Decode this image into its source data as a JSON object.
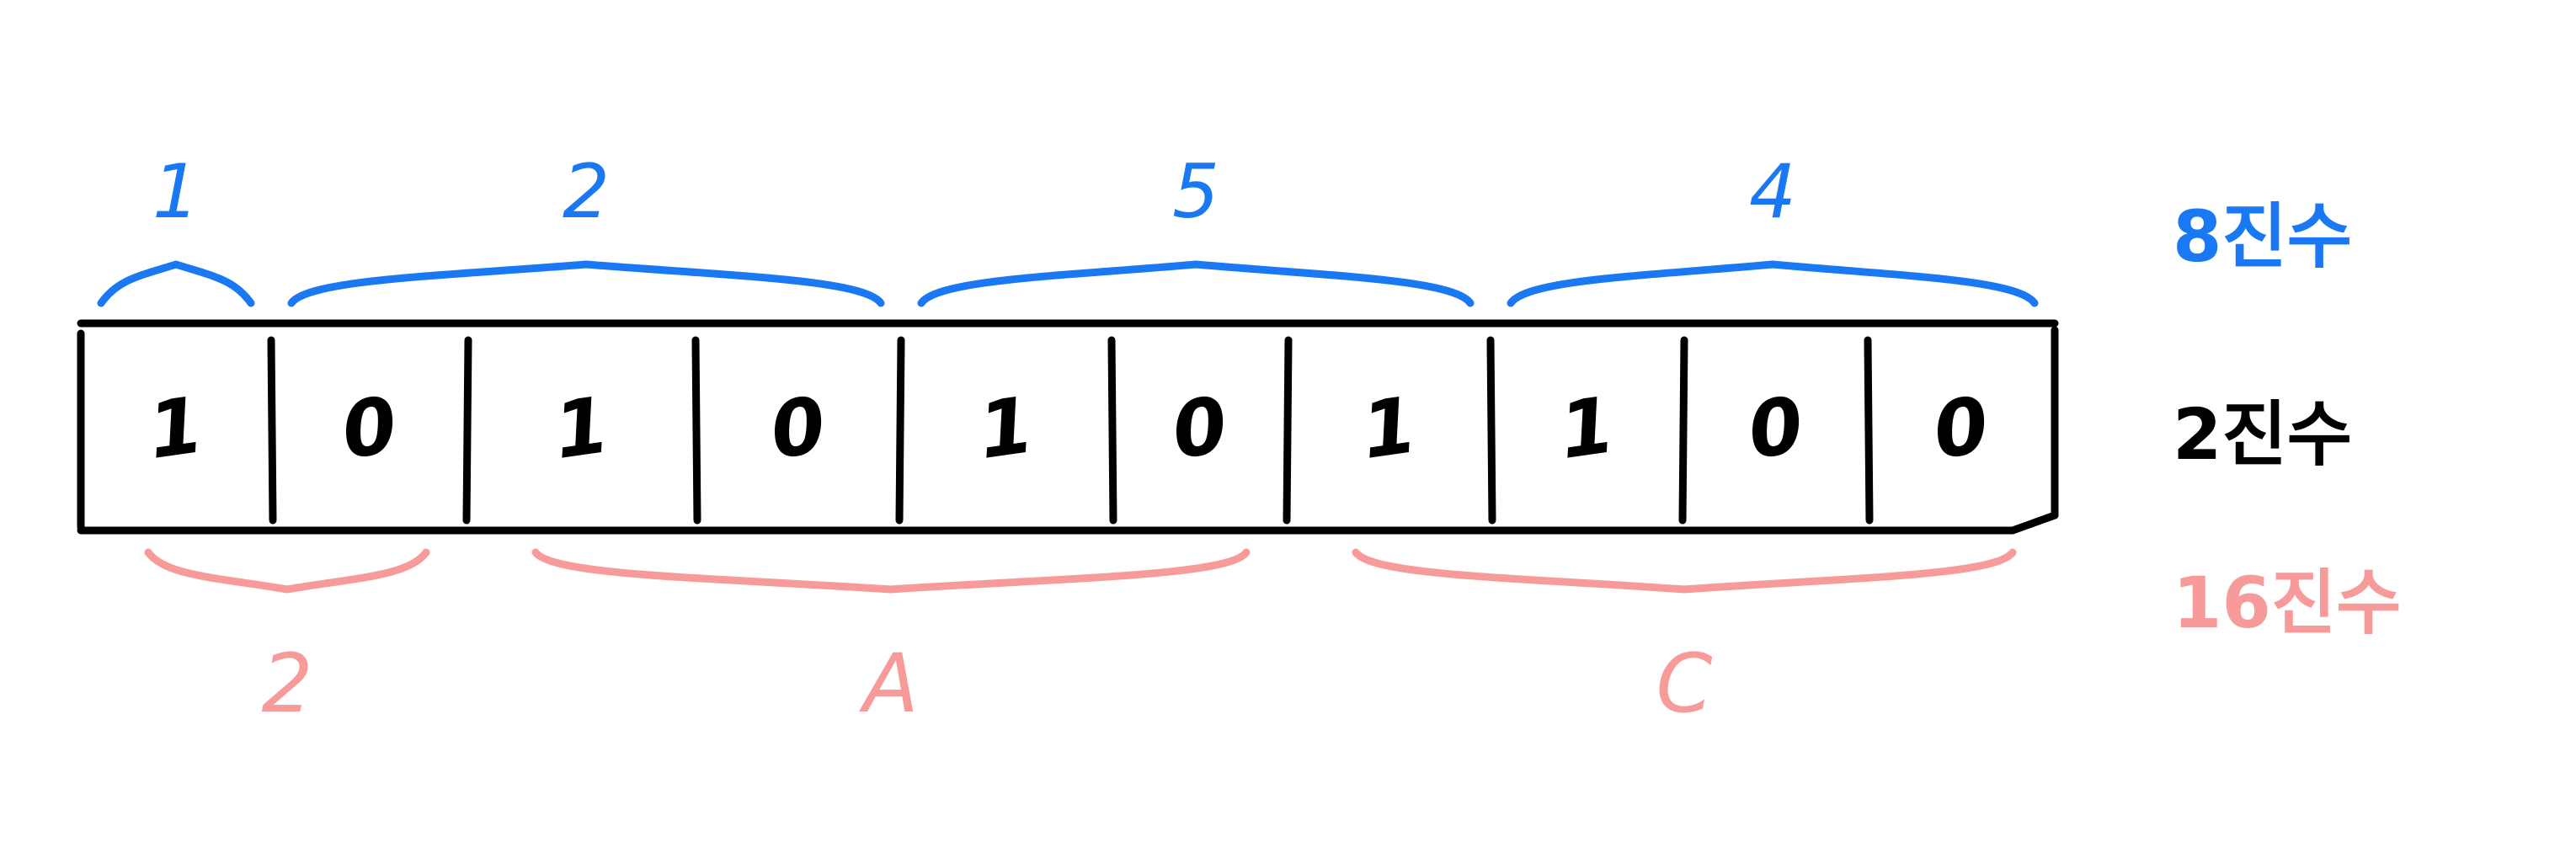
{
  "colors": {
    "octal": "#1a78f2",
    "binary": "#000000",
    "hex": "#f79a9a"
  },
  "binary_digits": [
    "1",
    "0",
    "1",
    "0",
    "1",
    "0",
    "1",
    "1",
    "0",
    "0"
  ],
  "octal_groups": [
    {
      "value": "1"
    },
    {
      "value": "2"
    },
    {
      "value": "5"
    },
    {
      "value": "4"
    }
  ],
  "hex_groups": [
    {
      "value": "2"
    },
    {
      "value": "A"
    },
    {
      "value": "C"
    }
  ],
  "row_labels": {
    "octal": "8진수",
    "binary": "2진수",
    "hex": "16진수"
  }
}
